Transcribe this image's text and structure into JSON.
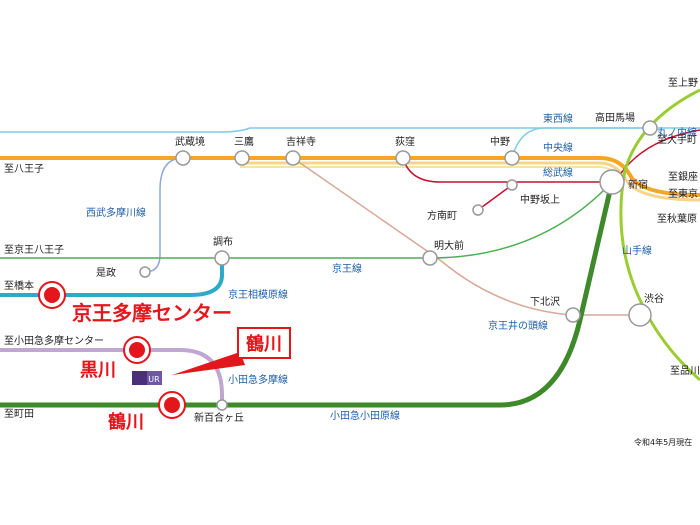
{
  "colors": {
    "chuo": "#f5a623",
    "chuo_light": "#f7c86a",
    "keio": "#4caf50",
    "keio_sagamihara": "#2fa9c8",
    "odakyu_tama": "#c0a6d2",
    "odakyu": "#3e8a2a",
    "seibu": "#8fa8d8",
    "tozai": "#7fcbe8",
    "marunouchi": "#c8102e",
    "inokashira": "#d8a898",
    "yamanote": "#9acd32",
    "highlight_red": "#e3161c",
    "highlight_fill": "#e3161c"
  },
  "stations": {
    "musashisakai": "武蔵境",
    "mitaka": "三鷹",
    "kichijoji": "吉祥寺",
    "ogikubo": "荻窪",
    "nakano": "中野",
    "takadanobaba": "高田馬場",
    "shinjuku": "新宿",
    "nakanosakaue": "中野坂上",
    "honancho": "方南町",
    "meidaimae": "明大前",
    "shimokitazawa": "下北沢",
    "shibuya": "渋谷",
    "chofu": "調布",
    "koremasa": "是政",
    "shinyurigaoka": "新百合ヶ丘"
  },
  "lines": {
    "tozai": "東西線",
    "chuo": "中央線",
    "sobu": "総武線",
    "marunouchi": "丸ノ内線",
    "seibu_tamagawa": "西武多摩川線",
    "keio": "京王線",
    "keio_sagamihara": "京王相模原線",
    "odakyu_tama": "小田急多摩線",
    "odakyu_odawara": "小田急小田原線",
    "inokashira": "京王井の頭線",
    "yamanote": "山手線"
  },
  "directions": {
    "hachioji": "至八王子",
    "keio_hachioji": "至京王八王子",
    "hashimoto": "至橋本",
    "odakyu_tama_center": "至小田急多摩センター",
    "machida": "至町田",
    "ueno": "至上野",
    "otemachi": "至大手町",
    "ginza": "至銀座",
    "tokyo": "至東京",
    "akihabara": "至秋葉原",
    "shinagawa": "至品川"
  },
  "highlights": {
    "keio_tama_center": "京王多摩センター",
    "kurokawa": "黒川",
    "tsurukawa": "鶴川",
    "tsurukawa_callout": "鶴川"
  },
  "logo_text": "UR",
  "footnote": "令和4年5月現在"
}
